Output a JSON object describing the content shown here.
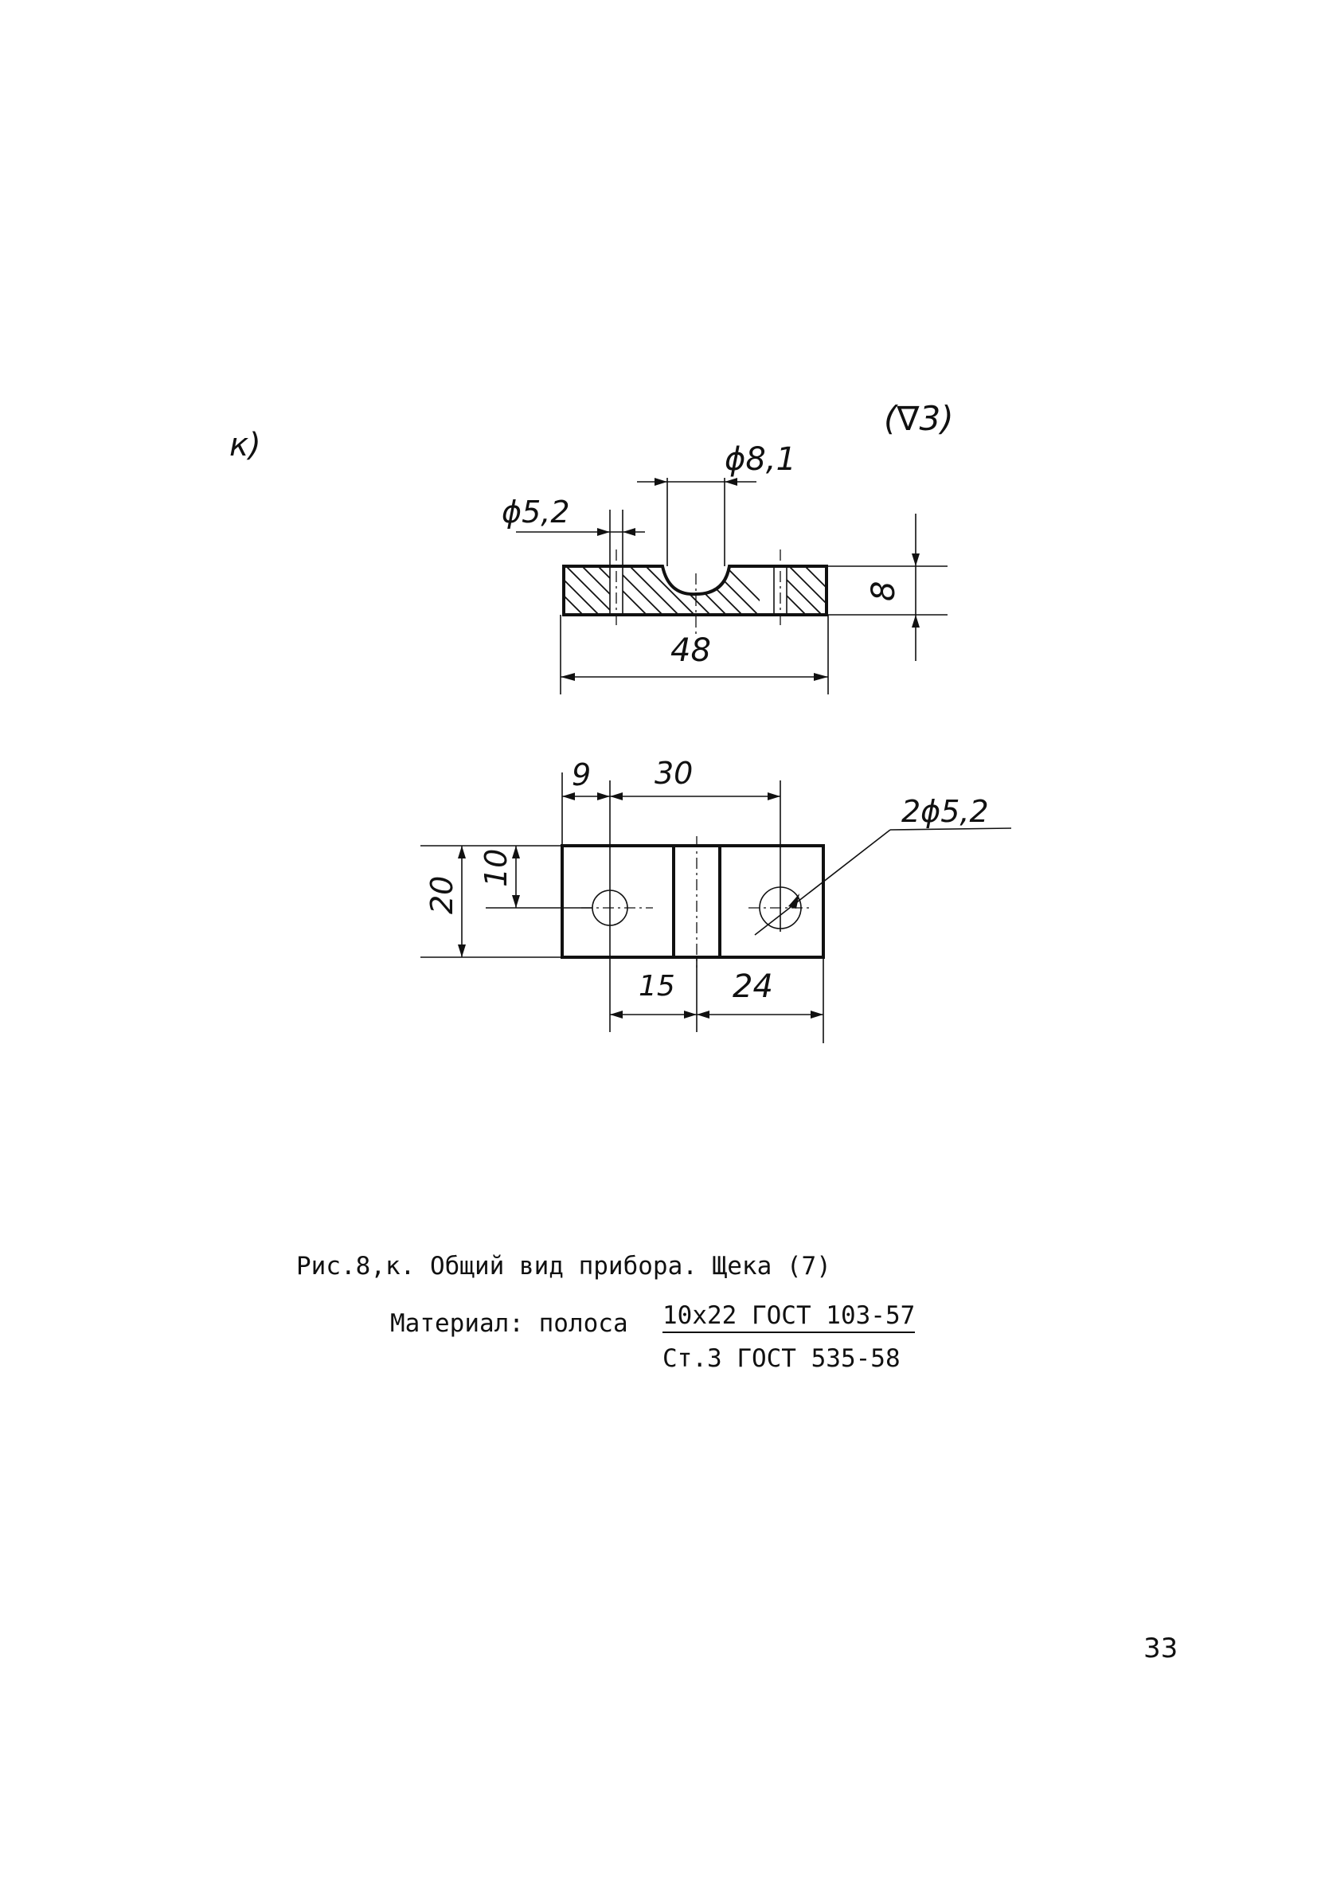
{
  "figure": {
    "label": "к)",
    "roughness": "(∇3)",
    "section_view": {
      "dim_hole_small": "ϕ5,2",
      "dim_slot": "ϕ8,1",
      "dim_length": "48",
      "dim_thickness": "8"
    },
    "plan_view": {
      "dim_9": "9",
      "dim_30": "30",
      "dim_holes": "2ϕ5,2",
      "dim_20": "20",
      "dim_10": "10",
      "dim_15": "15",
      "dim_24": "24"
    }
  },
  "caption": {
    "line1": "Рис.8,к. Общий вид прибора. Щека (7)",
    "material_label": "Материал: полоса",
    "material_numerator": "10x22 ГОСТ 103-57",
    "material_denominator": "Ст.3 ГОСТ 535-58"
  },
  "page_number": "33"
}
